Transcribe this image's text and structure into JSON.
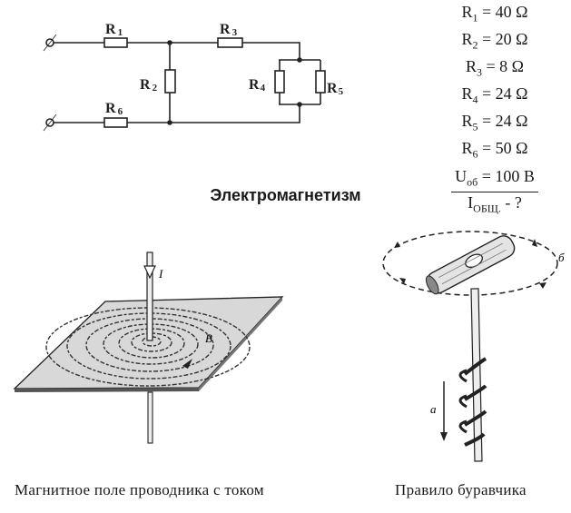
{
  "circuit": {
    "labels": {
      "r1": "R",
      "r1_sub": "1",
      "r2": "R",
      "r2_sub": "2",
      "r3": "R",
      "r3_sub": "3",
      "r4": "R",
      "r4_sub": "4",
      "r5": "R",
      "r5_sub": "5",
      "r6": "R",
      "r6_sub": "6"
    }
  },
  "givens": [
    {
      "sym": "R",
      "sub": "1",
      "value": " = 40 Ω"
    },
    {
      "sym": "R",
      "sub": "2",
      "value": " = 20 Ω"
    },
    {
      "sym": "R",
      "sub": "3",
      "value": " = 8 Ω"
    },
    {
      "sym": "R",
      "sub": "4",
      "value": " = 24 Ω"
    },
    {
      "sym": "R",
      "sub": "5",
      "value": " = 24 Ω"
    },
    {
      "sym": "R",
      "sub": "6",
      "value": " = 50 Ω"
    },
    {
      "sym": "U",
      "sub": "об",
      "value": " = 100 В"
    },
    {
      "sym": "I",
      "sub": "ОБЩ.",
      "value": " - ?"
    }
  ],
  "section_title": "Электромагнетизм",
  "figure_left": {
    "current_label": "I",
    "field_label": "B",
    "caption": "Магнитное поле проводника с током"
  },
  "figure_right": {
    "rotation_label": "б",
    "motion_label": "а",
    "caption": "Правило буравчика"
  }
}
